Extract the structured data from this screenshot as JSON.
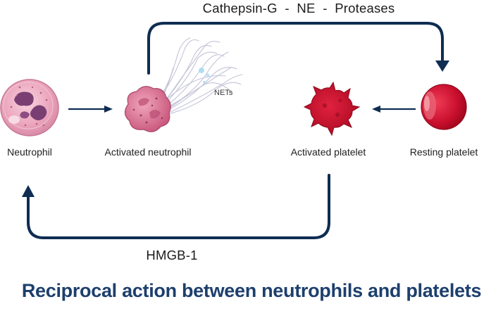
{
  "diagram": {
    "title": "Reciprocal action between neutrophils and platelets",
    "nodes": {
      "neutrophil": "Neutrophil",
      "activated_neutrophil": "Activated neutrophil",
      "activated_platelet": "Activated platelet",
      "resting_platelet": "Resting platelet",
      "nets": "NETs"
    },
    "pathways": {
      "top": "Cathepsin-G  -  NE  -  Proteases",
      "bottom": "HMGB-1"
    },
    "colors": {
      "arrow": "#0f2d52",
      "title": "#1d3f6d",
      "neutrophil": "#e9a8bd",
      "neutrophil_nucleus": "#7a3f72",
      "activated_neutrophil": "#d96f90",
      "net_fibers": "#c9c9da",
      "platelet_activated": "#c8102e",
      "platelet_resting": "#d11a35"
    }
  }
}
